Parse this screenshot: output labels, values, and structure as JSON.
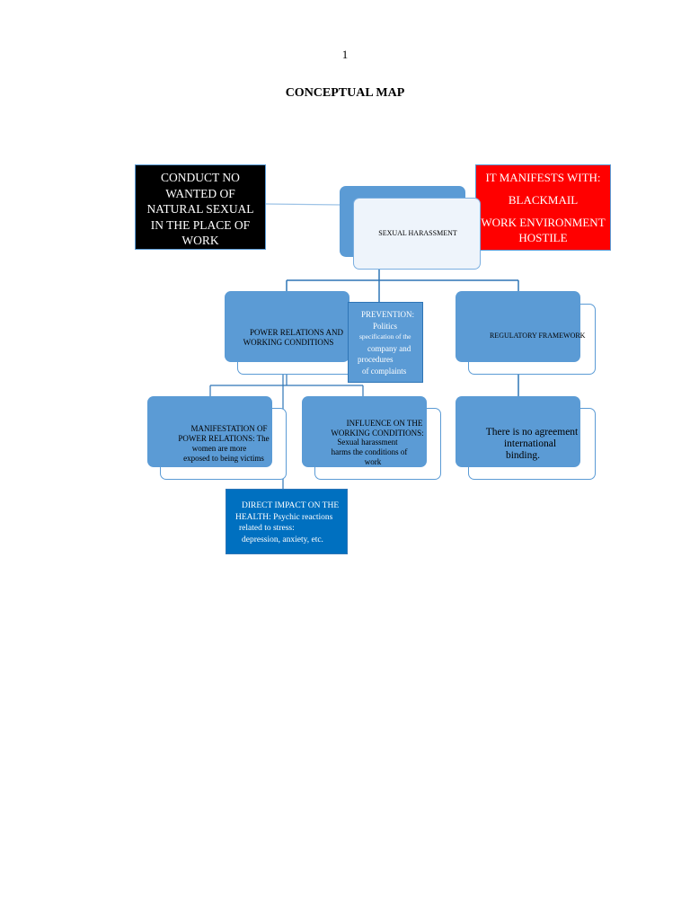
{
  "page_number": "1",
  "title": "CONCEPTUAL MAP",
  "definition_box": {
    "lines": [
      "CONDUCT NO",
      "WANTED OF",
      "NATURAL SEXUAL",
      "IN THE PLACE OF",
      "WORK"
    ]
  },
  "manifest_box": {
    "lines": [
      "IT MANIFESTS WITH:",
      "BLACKMAIL",
      "WORK ENVIRONMENT",
      "HOSTILE"
    ]
  },
  "central_node": {
    "label": "SEXUAL HARASSMENT"
  },
  "power_node": {
    "lines": [
      "POWER RELATIONS AND",
      "WORKING CONDITIONS"
    ]
  },
  "prevention_box": {
    "lines": [
      "PREVENTION:",
      "Politics",
      "specification of the",
      "company and",
      "procedures",
      "of complaints"
    ]
  },
  "regulatory_node": {
    "label": "REGULATORY FRAMEWORK"
  },
  "manifestation_node": {
    "lines": [
      "MANIFESTATION OF",
      "POWER RELATIONS: The",
      "women are more",
      "exposed to being victims"
    ]
  },
  "influence_node": {
    "lines": [
      "INFLUENCE ON THE",
      "WORKING CONDITIONS:",
      "Sexual harassment",
      "harms the conditions of",
      "work"
    ]
  },
  "agreement_node": {
    "lines": [
      "There is no agreement",
      "international",
      "binding."
    ]
  },
  "impact_box": {
    "lines": [
      "DIRECT IMPACT ON THE",
      "HEALTH: Psychic reactions",
      "related to stress:",
      "depression, anxiety, etc."
    ]
  },
  "colors": {
    "node_blue": "#5b9bd5",
    "impact_blue": "#0070c0",
    "manifest_red": "#ff0000",
    "definition_black": "#000000",
    "connector": "#2e75b6"
  }
}
